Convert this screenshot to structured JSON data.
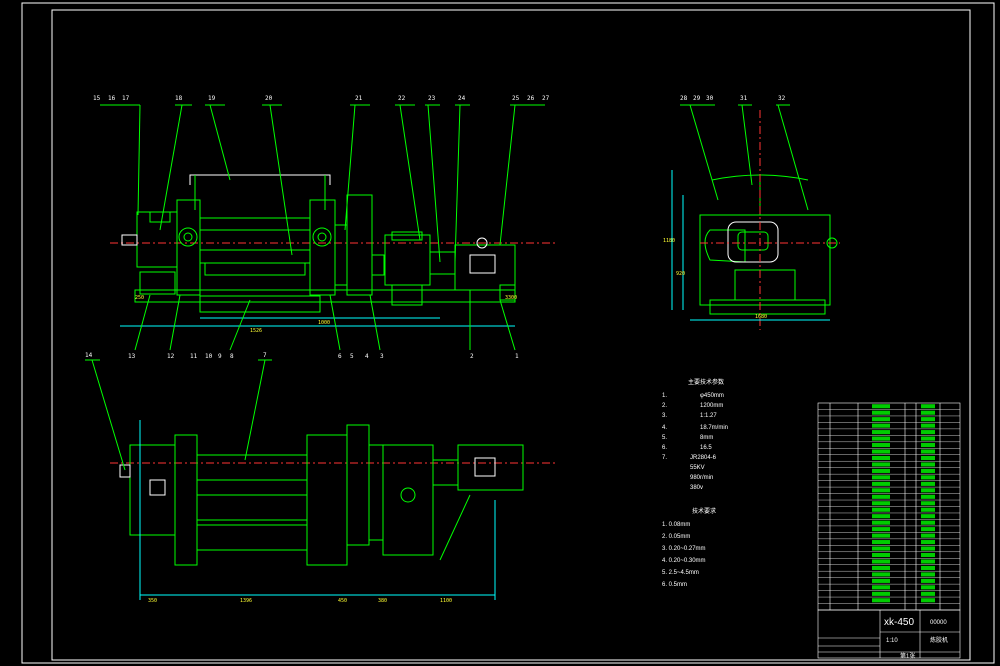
{
  "colors": {
    "bg": "#000000",
    "line": "#00ff00",
    "white": "#ffffff",
    "cyan": "#00ffff",
    "yellow": "#ffff33",
    "magenta": "#ff00ff",
    "red": "#ff3333"
  },
  "callouts_front": [
    "15",
    "16",
    "17",
    "18",
    "19",
    "20",
    "21",
    "22",
    "23",
    "24",
    "25",
    "26",
    "27"
  ],
  "callouts_front_bottom": [
    "13",
    "12",
    "11",
    "10",
    "9",
    "8",
    "6",
    "5",
    "4",
    "3",
    "2",
    "1"
  ],
  "callouts_side": [
    "28",
    "29",
    "30",
    "31",
    "32"
  ],
  "callouts_plan": [
    "14",
    "7"
  ],
  "dims_front": [
    "250",
    "1526",
    "1000",
    "3300"
  ],
  "dims_plan": [
    "350",
    "1396",
    "450",
    "380",
    "1100"
  ],
  "dims_side": [
    "1180",
    "920",
    "1680"
  ],
  "spec_title": "主要技术参数",
  "specs": [
    {
      "k": "1.",
      "v": "φ450mm"
    },
    {
      "k": "2.",
      "v": "1200mm"
    },
    {
      "k": "3.",
      "v": "1:1.27"
    },
    {
      "k": "4.",
      "v": "18.7m/min"
    },
    {
      "k": "5.",
      "v": "8mm"
    },
    {
      "k": "6.",
      "v": "16.5"
    },
    {
      "k": "7.",
      "v": "JR2804-6"
    },
    {
      "k": "",
      "v": "55KV"
    },
    {
      "k": "",
      "v": "980r/min"
    },
    {
      "k": "",
      "v": "380v"
    }
  ],
  "req_title": "技术要求",
  "reqs": [
    "1. 0.08mm",
    "2. 0.05mm",
    "3. 0.20~0.27mm",
    "4. 0.20~0.30mm",
    "5. 2.5~4.5mm",
    "6. 0.5mm"
  ],
  "title_block": {
    "model": "xk-450",
    "name": "炼胶机",
    "code": "00000",
    "scale": "1:10",
    "sheet": "第1张"
  }
}
